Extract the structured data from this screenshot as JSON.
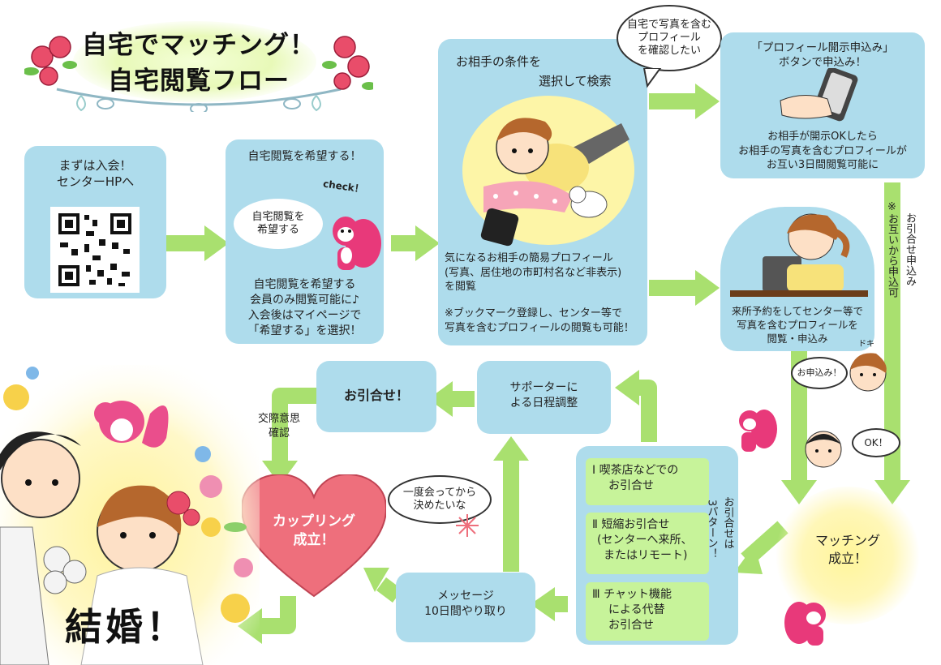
{
  "title": {
    "line1": "自宅でマッチング！",
    "line2": "自宅閲覧フロー"
  },
  "steps": {
    "join": {
      "line1": "まずは入会！",
      "line2": "センターHPへ"
    },
    "apply": {
      "heading": "自宅閲覧を希望する！",
      "cloud_line1": "自宅閲覧を",
      "cloud_line2": "希望する",
      "check": "check！",
      "desc": [
        "自宅閲覧を希望する",
        "会員のみ閲覧可能に♪",
        "入会後はマイページで",
        "「希望する」を選択！"
      ]
    },
    "search": {
      "heading_line1": "お相手の条件を",
      "heading_line2": "選択して検索",
      "desc1": [
        "気になるお相手の簡易プロフィール",
        "(写真、居住地の市町村名など非表示)",
        "を閲覧"
      ],
      "desc2": [
        "※ブックマーク登録し、センター等で",
        "写真を含むプロフィールの閲覧も可能！"
      ]
    },
    "disclose": {
      "heading_line1": "「プロフィール開示申込み」",
      "heading_line2": "ボタンで申込み！",
      "desc": [
        "お相手が開示OKしたら",
        "お相手の写真を含むプロフィールが",
        "お互い3日間閲覧可能に"
      ]
    },
    "visit": {
      "desc": [
        "来所予約をしてセンター等で",
        "写真を含むプロフィールを",
        "閲覧・申込み"
      ]
    },
    "inquiry": "お引合せ！",
    "schedule": {
      "line1": "サポーターに",
      "line2": "よる日程調整"
    },
    "methods": {
      "m1": [
        "Ⅰ 喫茶店などでの",
        "お引合せ"
      ],
      "m2": [
        "Ⅱ 短縮お引合せ",
        "(センターへ来所、",
        "またはリモート)"
      ],
      "m3": [
        "Ⅲ チャット機能",
        "による代替",
        "お引合せ"
      ],
      "side_label": [
        "お引合せは",
        "3パターン！"
      ]
    },
    "message": {
      "line1": "メッセージ",
      "line2": "10日間やり取り"
    },
    "couple": {
      "line1": "カップリング",
      "line2": "成立！"
    },
    "matching": {
      "line1": "マッチング",
      "line2": "成立！"
    },
    "marriage": "結婚！"
  },
  "labels": {
    "confirm": [
      "交際意思",
      "確認"
    ],
    "mutual": [
      "お引合せ申込み",
      "※お互いから申込可"
    ]
  },
  "bubbles": {
    "want_photo": [
      "自宅で写真を含む",
      "プロフィール",
      "を確認したい"
    ],
    "meet_first": [
      "一度会ってから",
      "決めたいな"
    ],
    "apply_talk": "お申込み！",
    "ok": "OK！",
    "doki": "ドキ"
  },
  "colors": {
    "box": "#aedcec",
    "arrow": "#a9e06f",
    "heart": "#ee6f7c",
    "glow": "#fff09a",
    "mascot": "#e8397a"
  }
}
